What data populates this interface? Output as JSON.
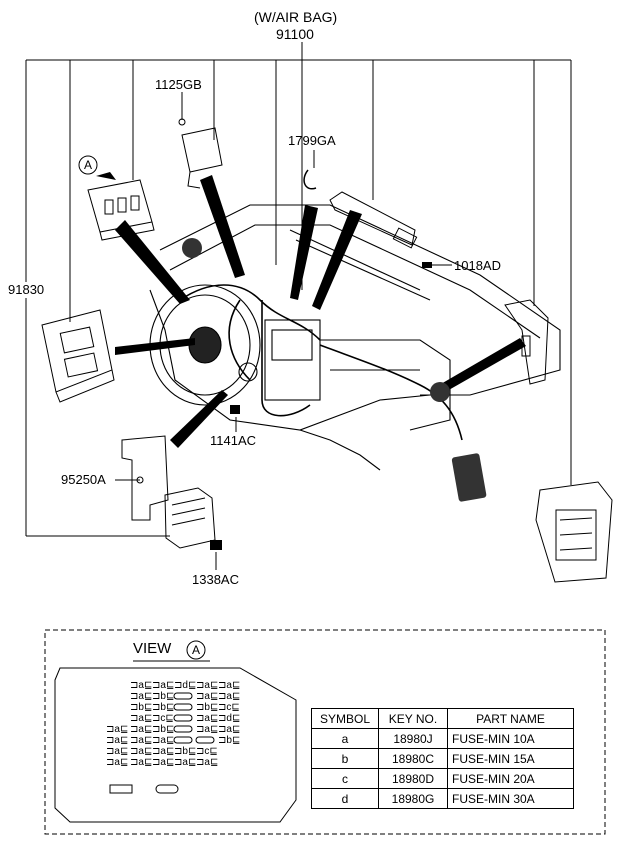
{
  "header": {
    "variant": "(W/AIR BAG)",
    "part_number": "91100"
  },
  "callouts": {
    "c1125GB": "1125GB",
    "c1799GA": "1799GA",
    "c1018AD": "1018AD",
    "c91830": "91830",
    "c1141AC": "1141AC",
    "c95250A": "95250A",
    "c1338AC": "1338AC",
    "view_marker": "A"
  },
  "view": {
    "title": "VIEW",
    "marker": "A",
    "fuse_letters": [
      "a",
      "b",
      "c",
      "d"
    ]
  },
  "table": {
    "headers": [
      "SYMBOL",
      "KEY NO.",
      "PART NAME"
    ],
    "rows": [
      {
        "symbol": "a",
        "key": "18980J",
        "name": "FUSE-MIN 10A"
      },
      {
        "symbol": "b",
        "key": "18980C",
        "name": "FUSE-MIN 15A"
      },
      {
        "symbol": "c",
        "key": "18980D",
        "name": "FUSE-MIN 20A"
      },
      {
        "symbol": "d",
        "key": "18980G",
        "name": "FUSE-MIN 30A"
      }
    ]
  }
}
